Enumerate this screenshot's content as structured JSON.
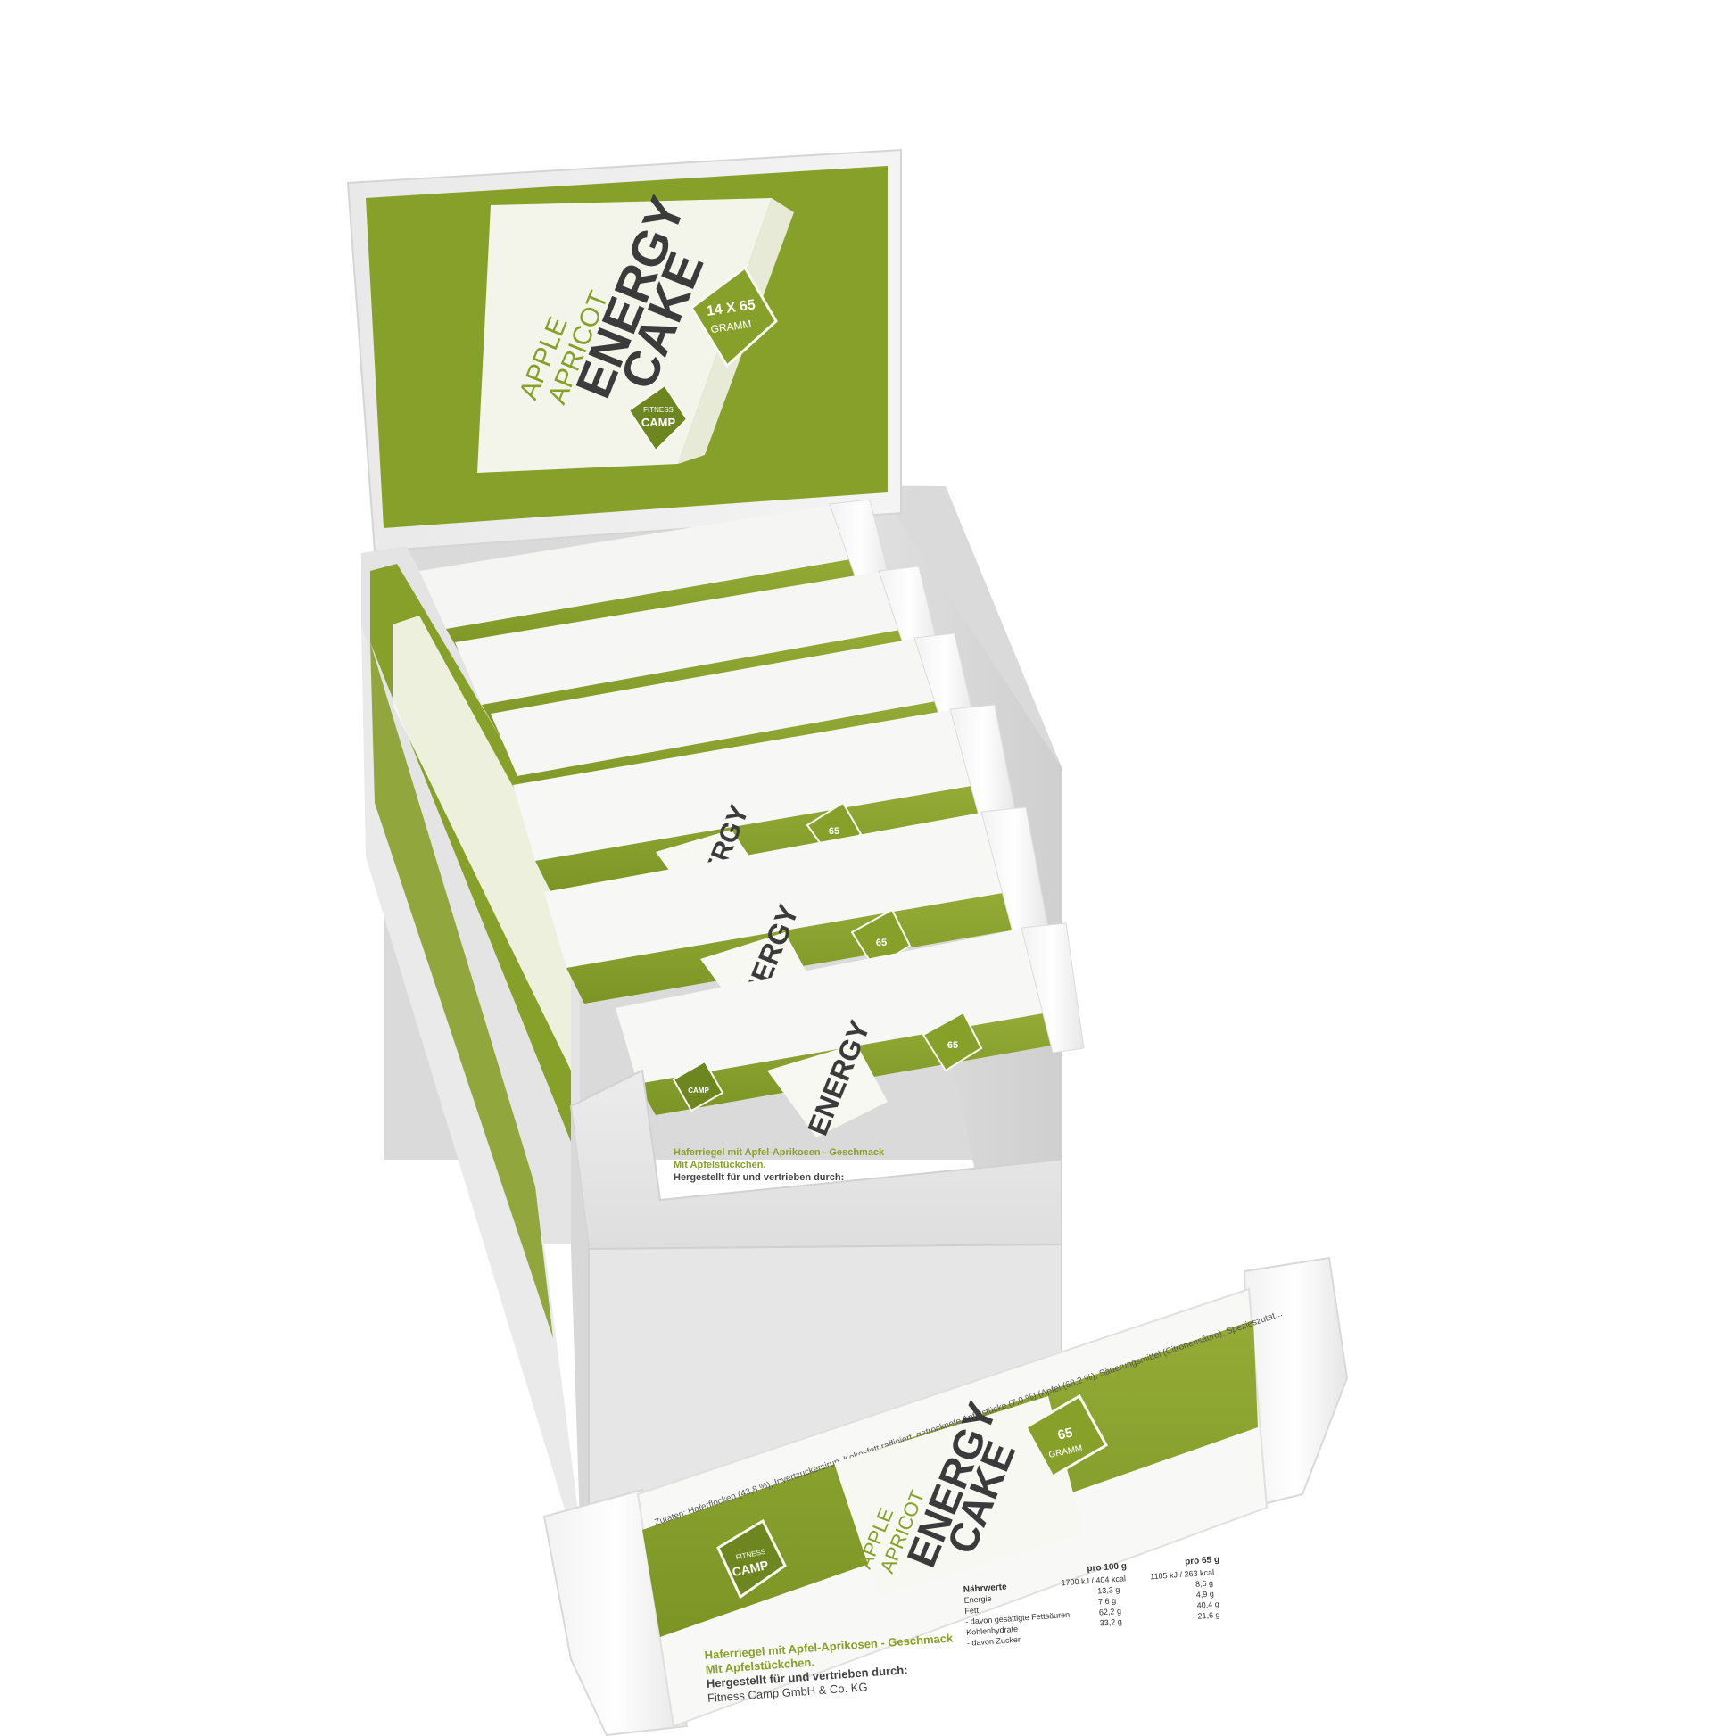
{
  "brand": {
    "name_small": "FITNESS",
    "name_big": "CAMP",
    "green": "#87a02a",
    "green_dark": "#6d8620",
    "cream": "#f7f8f1",
    "dark": "#3b3b3b"
  },
  "display_box": {
    "flavor_line1": "APPLE",
    "flavor_line2": "APRICOT",
    "product_line1": "ENERGY",
    "product_line2": "CAKE",
    "pack_count": "14 X 65",
    "pack_unit": "GRAMM"
  },
  "bar": {
    "flavor_line1": "APPLE",
    "flavor_line2": "APRICOT",
    "product_line1": "ENERGY",
    "product_line2": "CAKE",
    "weight": "65",
    "weight_unit": "GRAMM",
    "description": "Haferriegel mit Apfel-Aprikosen - Geschmack",
    "description2": "Mit Apfelstückchen.",
    "maker_line1": "Hergestellt für und vertrieben durch:",
    "maker_line2": "Fitness Camp GmbH & Co. KG",
    "ingredients": "Zutaten: Haferflocken (43,8 %), Invertzuckersirup, Kokosfett raffiniert, getrocknete Apfelstücke (7,0 %) (Apfel (68,2 %), Säuerungsmittel (Citronensäure), Spezieszutat...",
    "nutrition_title": "Nährwerte",
    "col_100": "pro 100 g",
    "col_65": "pro 65 g",
    "rows": [
      {
        "label": "Energie",
        "v100": "1700 kJ / 404 kcal",
        "v65": "1105 kJ / 263 kcal"
      },
      {
        "label": "Fett",
        "v100": "13,3 g",
        "v65": "8,6 g"
      },
      {
        "label": "- davon gesättigte Fettsäuren",
        "v100": "7,6 g",
        "v65": "4,9 g"
      },
      {
        "label": "Kohlenhydrate",
        "v100": "62,2 g",
        "v65": "40,4 g"
      },
      {
        "label": "- davon Zucker",
        "v100": "33,2 g",
        "v65": "21,6 g"
      }
    ]
  }
}
